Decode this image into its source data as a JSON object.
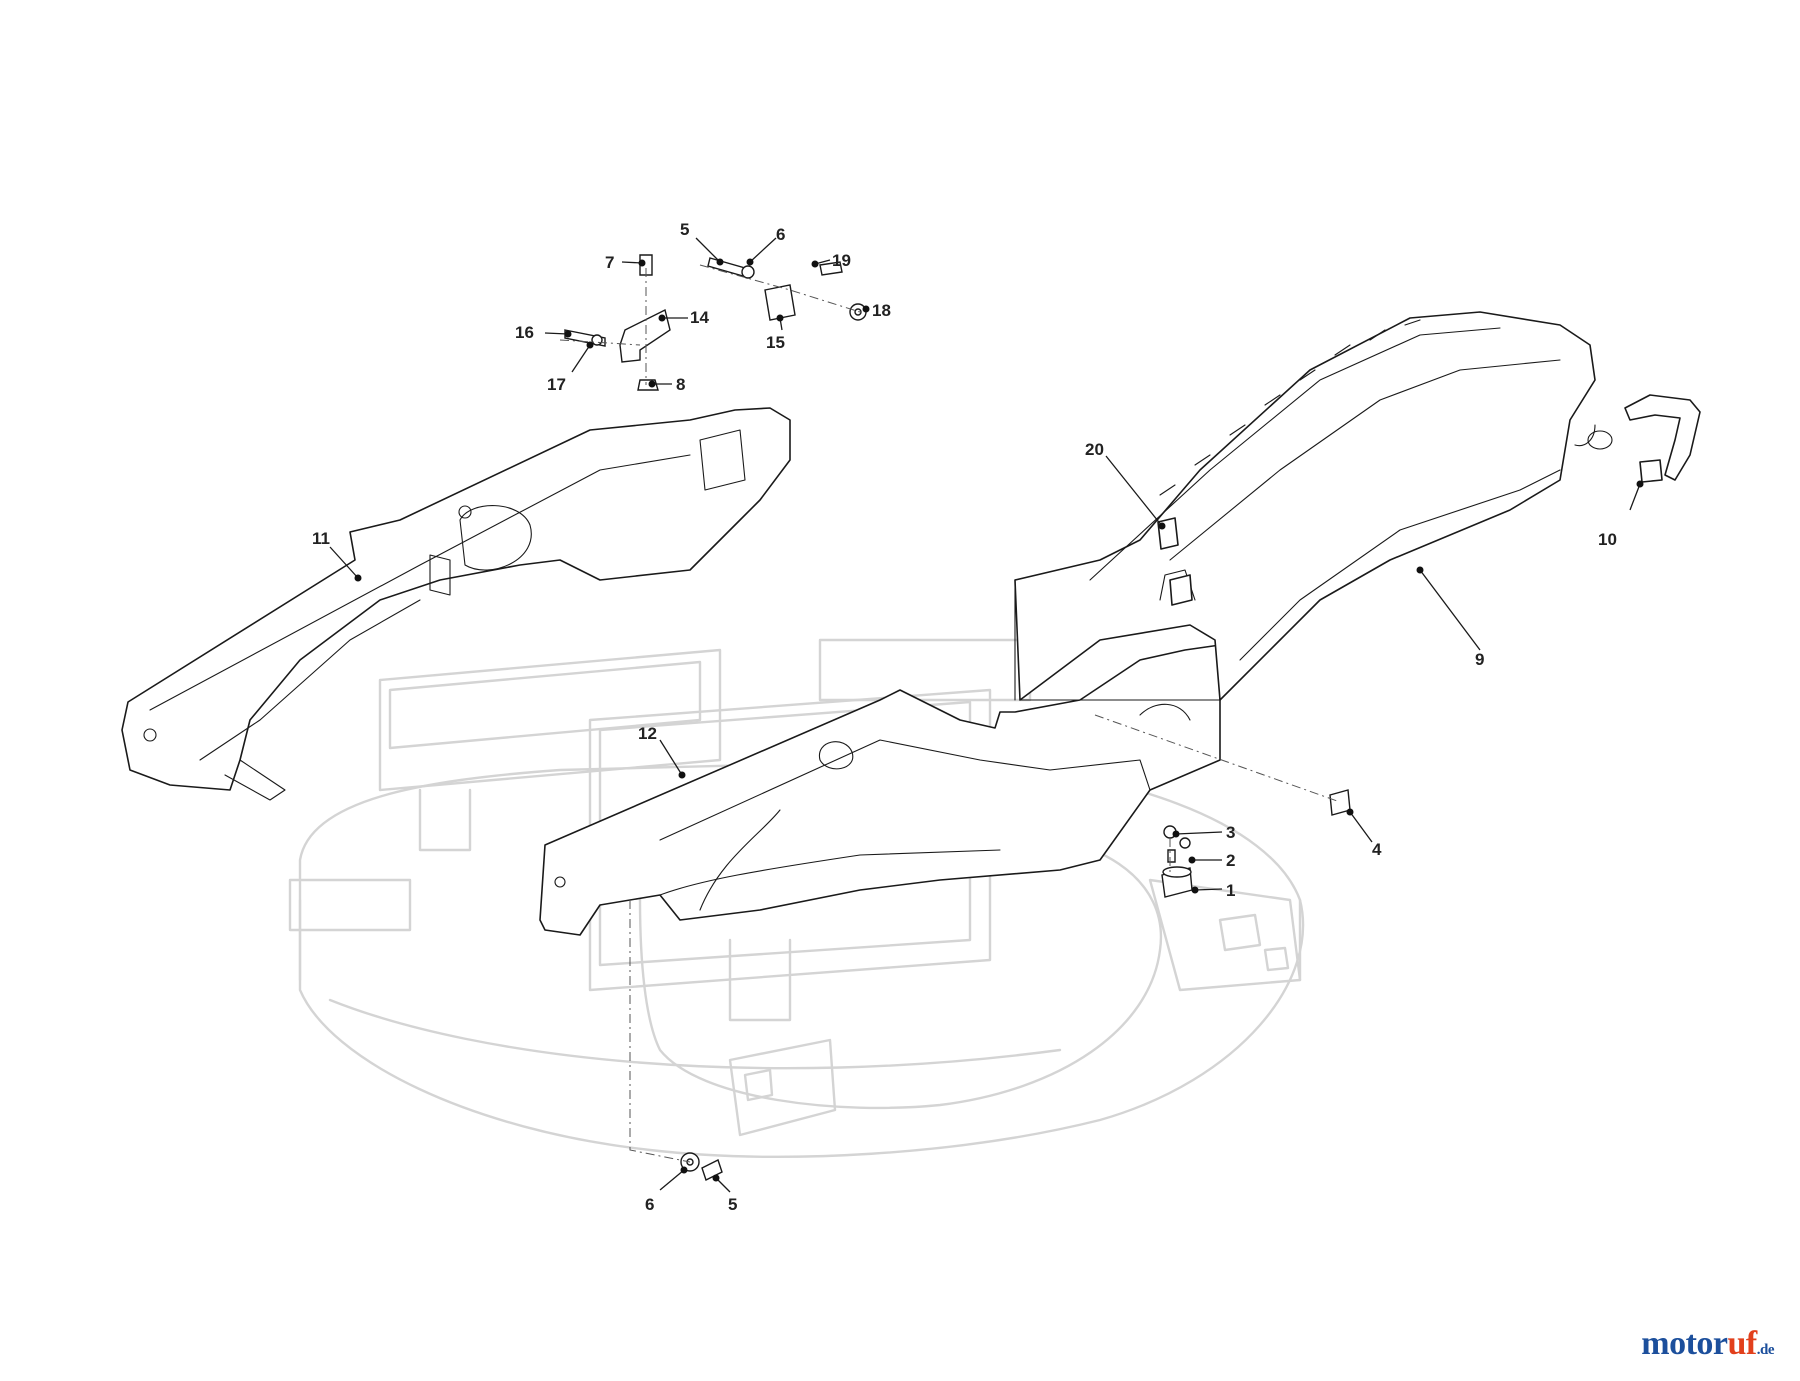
{
  "callouts": {
    "c1": "1",
    "c2": "2",
    "c3": "3",
    "c4": "4",
    "c5_top": "5",
    "c6_top": "6",
    "c7": "7",
    "c8": "8",
    "c9": "9",
    "c10": "10",
    "c11": "11",
    "c12": "12",
    "c14": "14",
    "c15": "15",
    "c16": "16",
    "c17": "17",
    "c18": "18",
    "c19": "19",
    "c20": "20",
    "c6_bottom": "6",
    "c5_bottom": "5"
  },
  "brand": {
    "part1": "motor",
    "part2": "uf",
    "part3": ".de",
    "colors": {
      "blue": "#1c4f9c",
      "orange": "#e2401c"
    }
  }
}
